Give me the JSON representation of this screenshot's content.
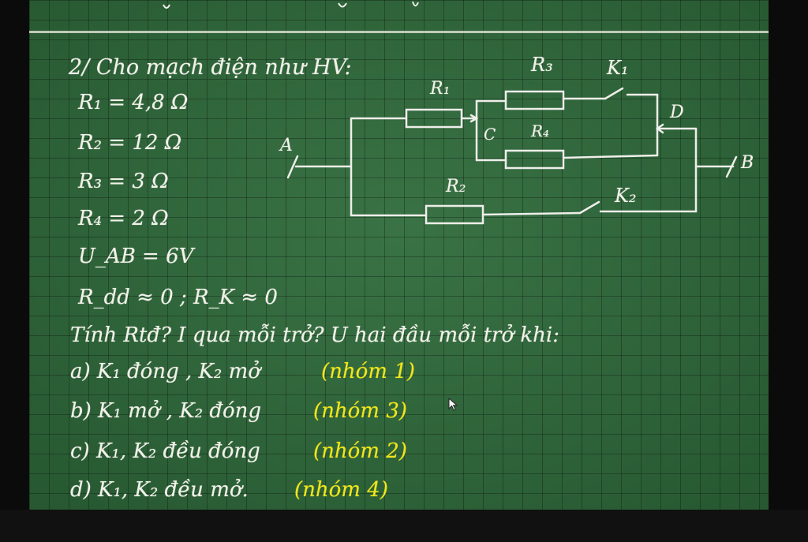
{
  "board": {
    "problem_title": "2/ Cho mạch điện như HV:",
    "given": {
      "r1": "R₁ = 4,8 Ω",
      "r2": "R₂ = 12 Ω",
      "r3": "R₃ = 3 Ω",
      "r4": "R₄ = 2 Ω",
      "uab": "U_AB = 6V",
      "rdd_rk": "R_dd ≈ 0 ; R_K ≈ 0"
    },
    "question": "Tính Rtđ? I qua mỗi trở? U hai đầu mỗi trở khi:",
    "cases": [
      {
        "text": "a) K₁ đóng , K₂ mở",
        "group": "(nhóm 1)"
      },
      {
        "text": "b) K₁ mở , K₂ đóng",
        "group": "(nhóm 3)"
      },
      {
        "text": "c) K₁, K₂ đều đóng",
        "group": "(nhóm 2)"
      },
      {
        "text": "d) K₁, K₂ đều mở.",
        "group": "(nhóm 4)"
      }
    ]
  },
  "circuit": {
    "labels": {
      "r1": "R₁",
      "r2": "R₂",
      "r3": "R₃",
      "r4": "R₄",
      "k1": "K₁",
      "k2": "K₂",
      "a": "A",
      "b": "B",
      "c": "C",
      "d": "D"
    }
  },
  "colors": {
    "board": "#2f6b3b",
    "chalk": "#f2f2ea",
    "chalk_yellow": "#f1e61c",
    "frame": "#0b0b0b"
  },
  "icons": {
    "cursor": "mouse-pointer-icon"
  }
}
